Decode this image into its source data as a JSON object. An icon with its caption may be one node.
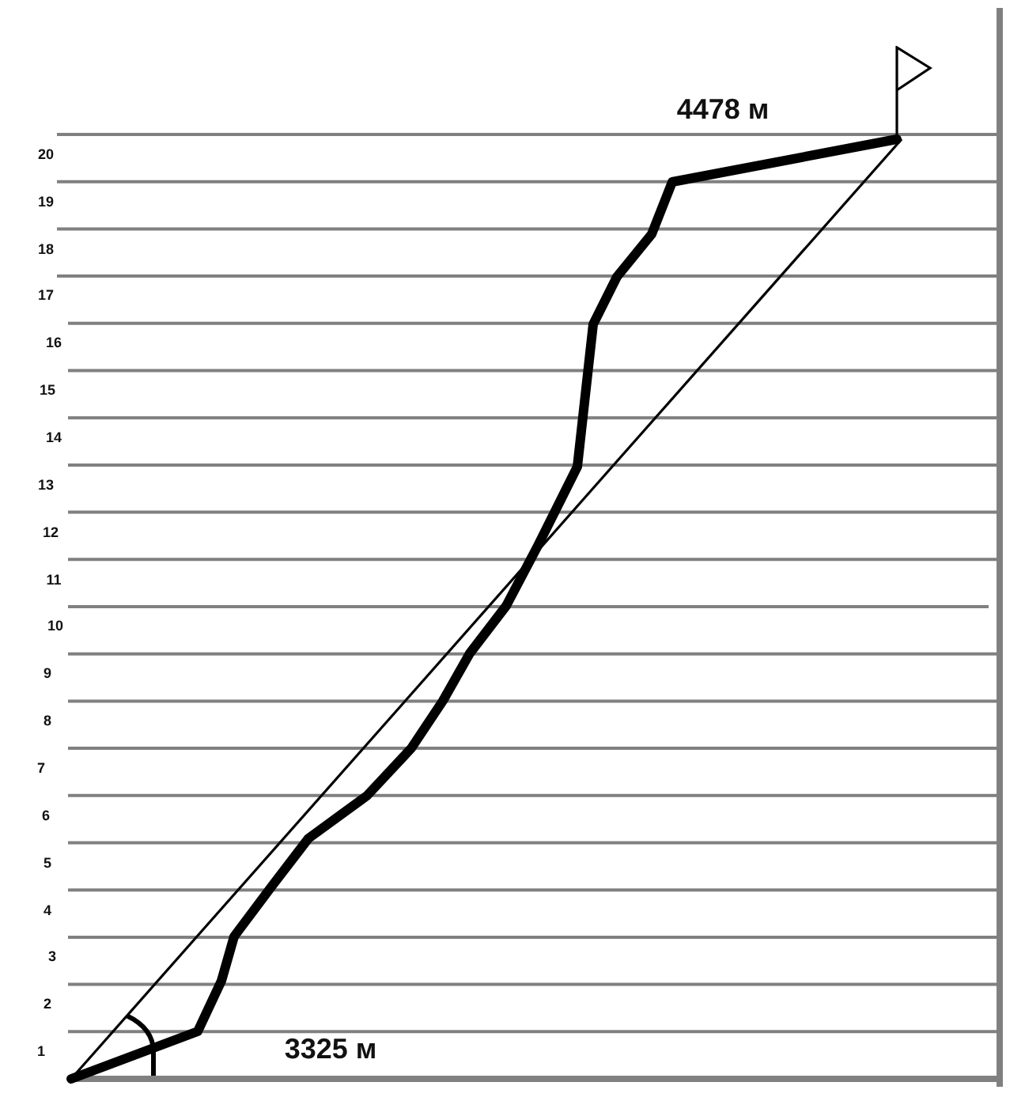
{
  "diagram": {
    "labels": [
      "4478 м",
      "20",
      "19",
      "18",
      "17",
      "16",
      "15",
      "14",
      "13",
      "12",
      "11",
      "10",
      "9",
      "8",
      "7",
      "6",
      "5",
      "4",
      "3",
      "2",
      "1",
      "3325 м"
    ]
  }
}
